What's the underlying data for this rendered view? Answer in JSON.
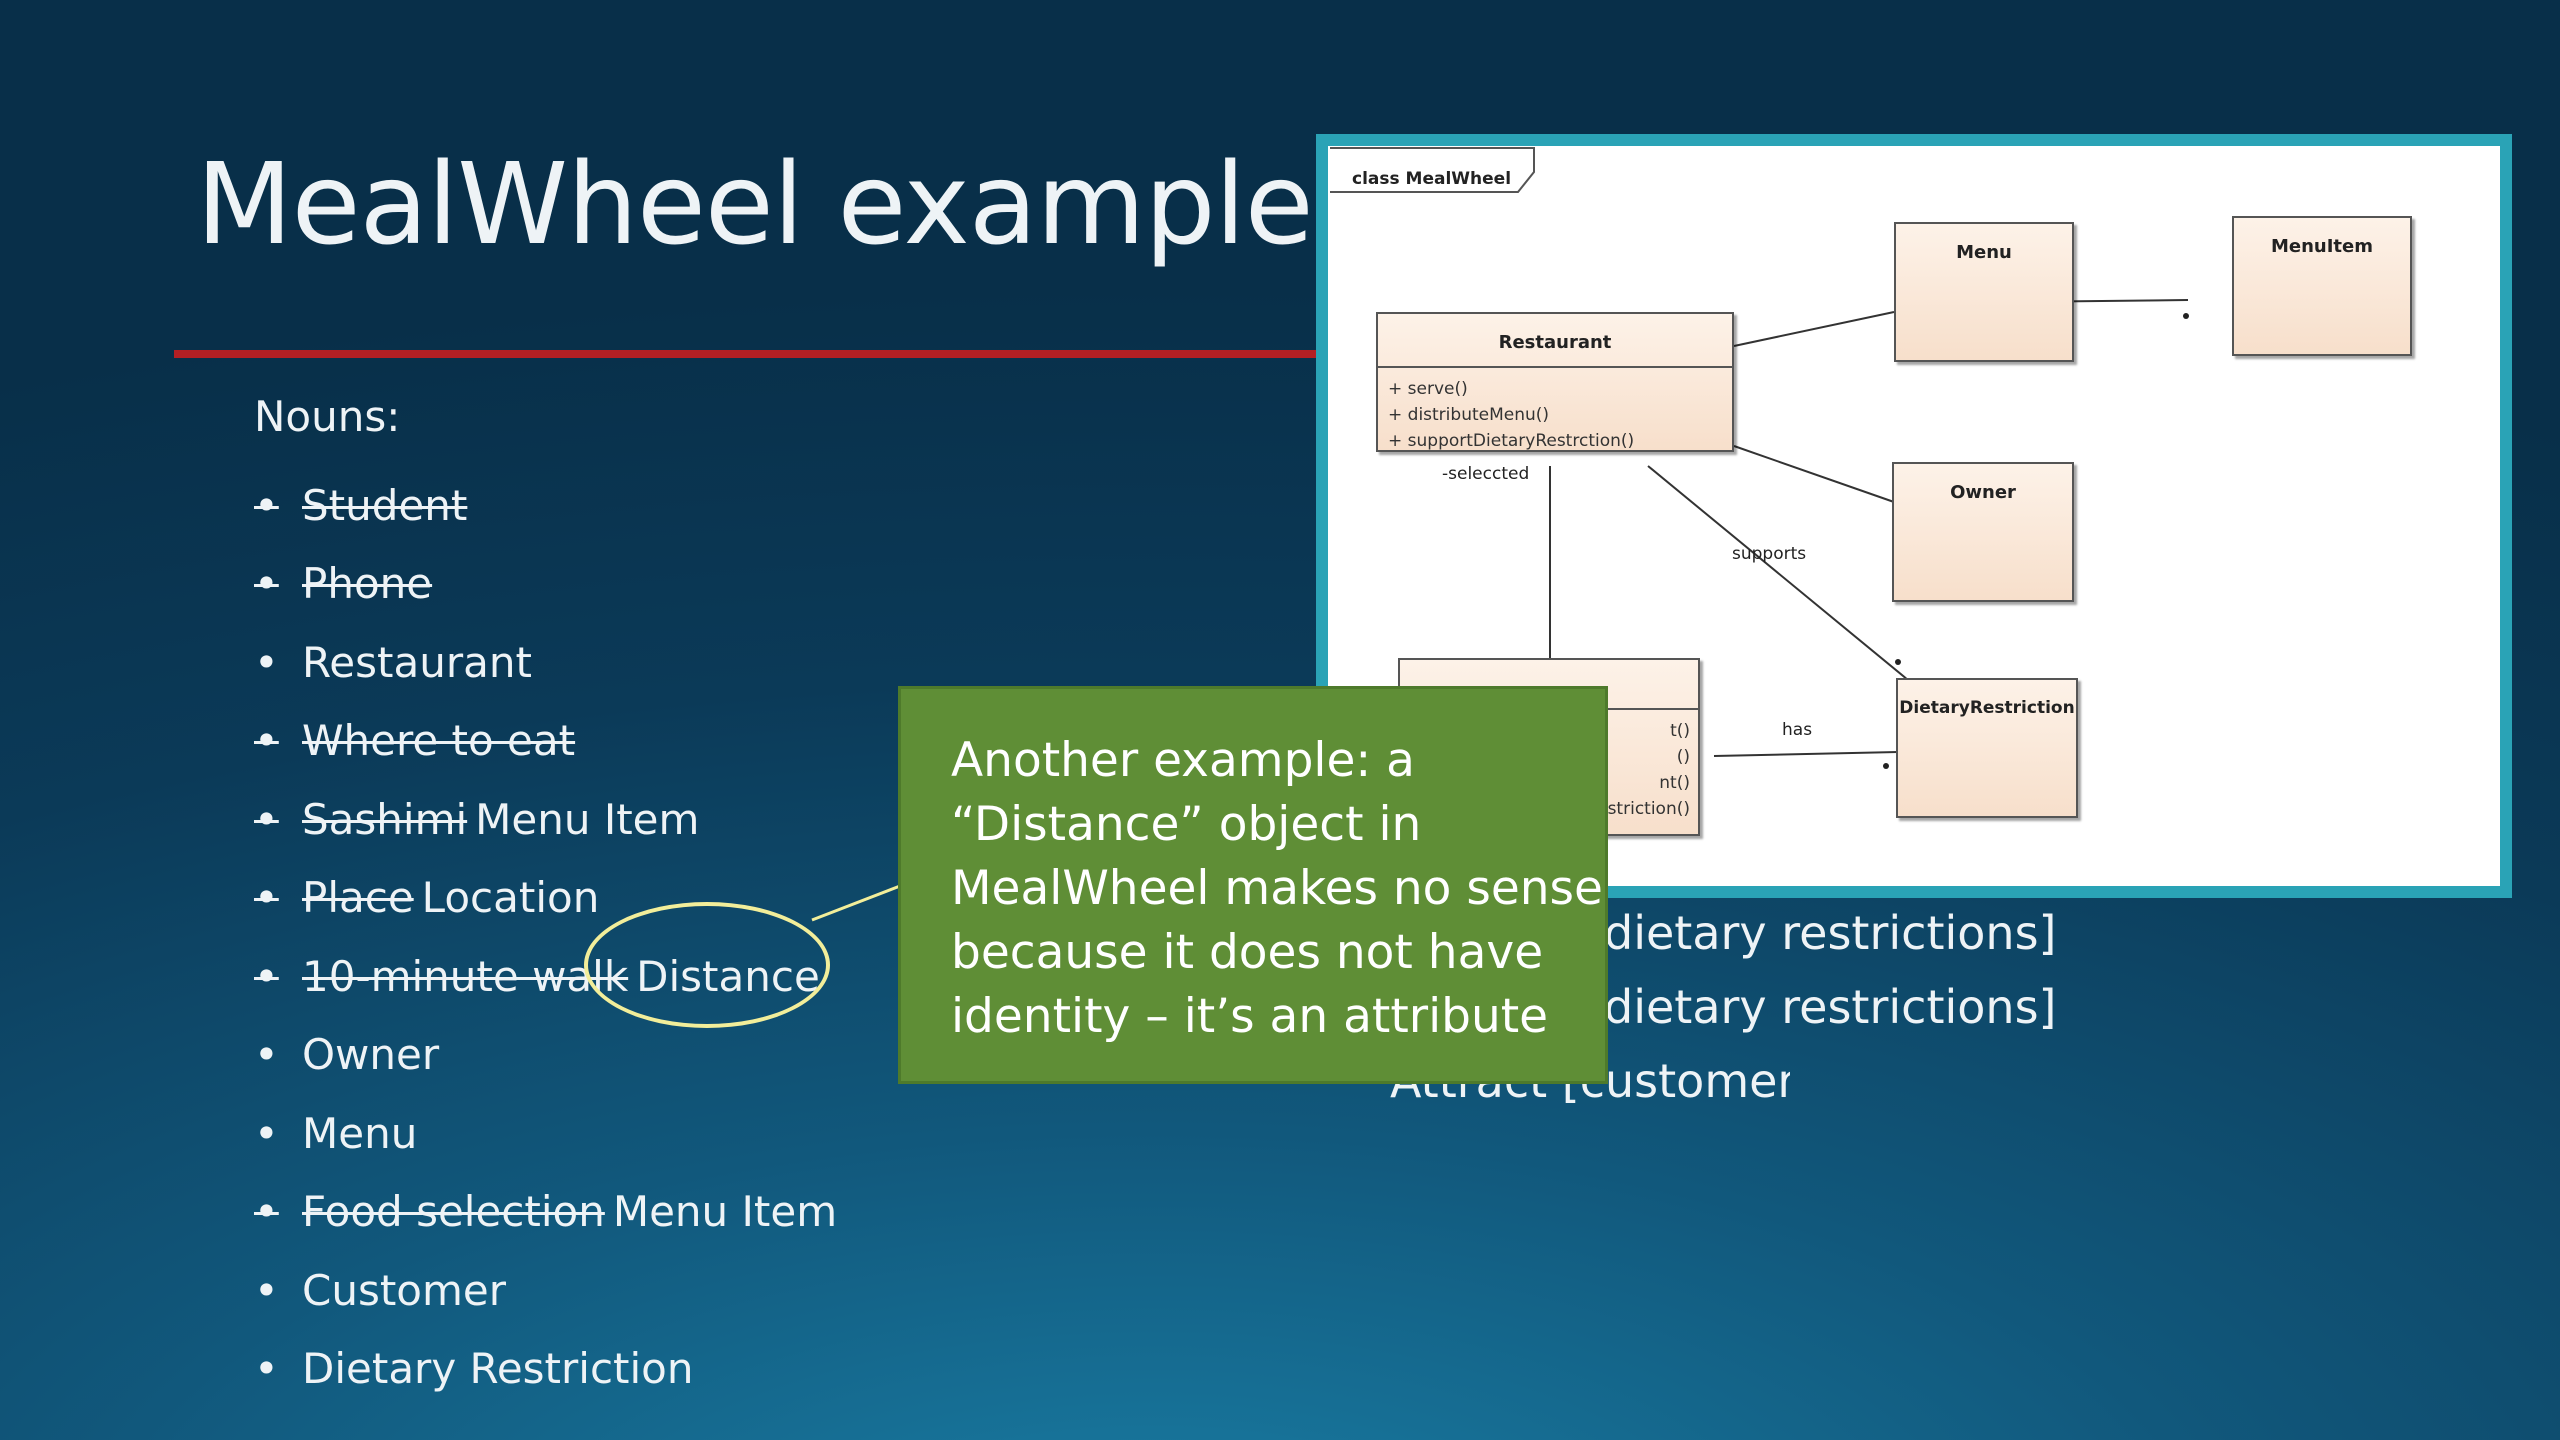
{
  "slide": {
    "title": "MealWheel example",
    "nouns_label": "Nouns:",
    "nouns": [
      {
        "struck": "Student",
        "replacement": ""
      },
      {
        "struck": "Phone",
        "replacement": ""
      },
      {
        "struck": "",
        "replacement": "Restaurant"
      },
      {
        "struck": "Where to eat",
        "replacement": ""
      },
      {
        "struck": "Sashimi",
        "replacement": "Menu Item"
      },
      {
        "struck": "Place",
        "replacement": "Location"
      },
      {
        "struck": "10-minute walk",
        "replacement": "Distance"
      },
      {
        "struck": "",
        "replacement": "Owner"
      },
      {
        "struck": "",
        "replacement": "Menu"
      },
      {
        "struck": "Food selection",
        "replacement": "Menu Item"
      },
      {
        "struck": "",
        "replacement": "Customer"
      },
      {
        "struck": "",
        "replacement": "Dietary Restriction"
      }
    ],
    "bullet_char": "•"
  },
  "diagram": {
    "frame_label": "class MealWheel",
    "classes": {
      "restaurant": {
        "name": "Restaurant",
        "ops": [
          "+   serve()",
          "+   distributeMenu()",
          "+   supportDietaryRestrction()"
        ]
      },
      "menu": {
        "name": "Menu"
      },
      "menuitem": {
        "name": "MenuItem"
      },
      "owner": {
        "name": "Owner"
      },
      "dietary": {
        "name": "DietaryRestriction"
      },
      "partial": {
        "ops": [
          "t()",
          "()",
          "nt()",
          "striction()"
        ]
      }
    },
    "labels": {
      "selected": "-seleccted",
      "supports": "supports",
      "has": "has"
    }
  },
  "callout": {
    "lines": [
      "Another example: a",
      "“Distance” object in",
      "MealWheel makes no sense",
      "because it does not have",
      "identity – it’s an attribute"
    ]
  },
  "verbs_partial": {
    "line1": "dietary restrictions]",
    "line2": "dietary restrictions]",
    "line3": "Attract [customers]"
  },
  "colors": {
    "accent_rule": "#b31f24",
    "callout_bg": "#5f8e36",
    "diagram_border": "#2aa3b6",
    "ellipse": "#f2ee9a"
  }
}
